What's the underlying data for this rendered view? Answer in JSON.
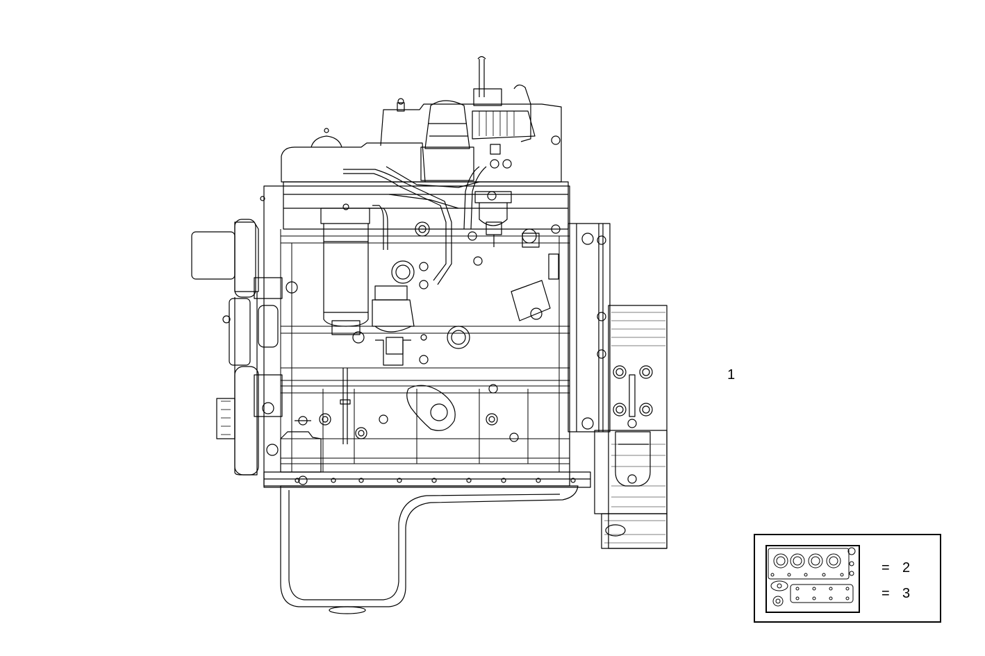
{
  "callouts": {
    "main_engine": "1"
  },
  "legend": {
    "rows": [
      {
        "symbol": "gasket-set-head-icon",
        "equals": "=",
        "ref": "2"
      },
      {
        "symbol": "gasket-set-sump-icon",
        "equals": "=",
        "ref": "3"
      }
    ]
  },
  "colors": {
    "stroke": "#000000",
    "background": "#ffffff"
  }
}
